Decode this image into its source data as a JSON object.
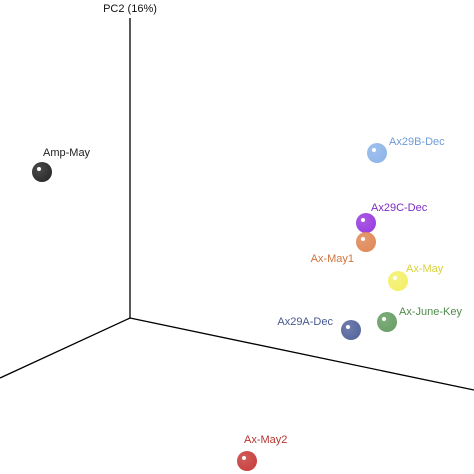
{
  "chart_data": {
    "type": "scatter",
    "title": "",
    "axes": {
      "pc2_label": "PC2 (16%)"
    },
    "points": [
      {
        "name": "Amp-May",
        "color": "#2b2b2b",
        "label_color": "#222222"
      },
      {
        "name": "Ax29B-Dec",
        "color": "#8fb6ea",
        "label_color": "#6e9bd8"
      },
      {
        "name": "Ax29C-Dec",
        "color": "#9b3fe0",
        "label_color": "#7b2bbf"
      },
      {
        "name": "Ax-May1",
        "color": "#e08a5a",
        "label_color": "#d0733f"
      },
      {
        "name": "Ax-May",
        "color": "#f3f06a",
        "label_color": "#d9d23a"
      },
      {
        "name": "Ax-June-Key",
        "color": "#6aa066",
        "label_color": "#4f8a4b"
      },
      {
        "name": "Ax29A-Dec",
        "color": "#56679e",
        "label_color": "#45588f"
      },
      {
        "name": "Ax-May2",
        "color": "#c8413f",
        "label_color": "#b53432"
      }
    ],
    "legend": "none",
    "grid": false
  }
}
